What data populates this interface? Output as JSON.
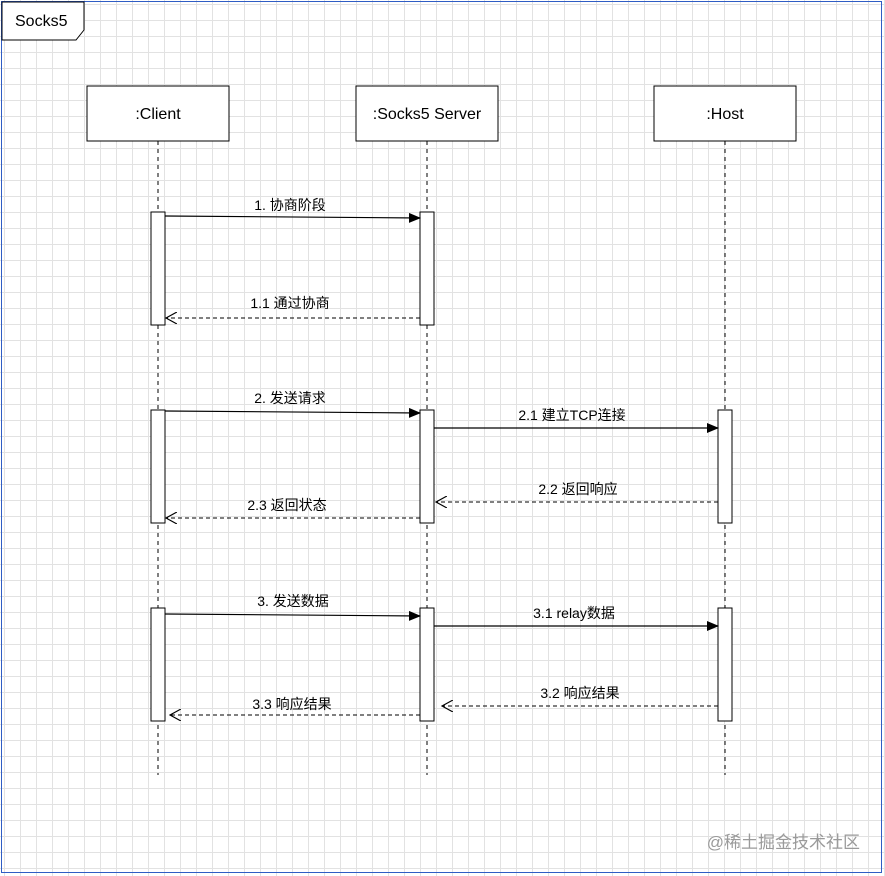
{
  "frame_title": "Socks5",
  "participants": [
    {
      "name": ":Client"
    },
    {
      "name": ":Socks5 Server"
    },
    {
      "name": ":Host"
    }
  ],
  "messages": [
    {
      "label": "1. 协商阶段",
      "style": "sync"
    },
    {
      "label": "1.1 通过协商",
      "style": "reply"
    },
    {
      "label": "2. 发送请求",
      "style": "sync"
    },
    {
      "label": "2.1 建立TCP连接",
      "style": "sync"
    },
    {
      "label": "2.2 返回响应",
      "style": "reply"
    },
    {
      "label": "2.3 返回状态",
      "style": "reply"
    },
    {
      "label": "3. 发送数据",
      "style": "sync"
    },
    {
      "label": "3.1 relay数据",
      "style": "sync"
    },
    {
      "label": "3.2 响应结果",
      "style": "reply"
    },
    {
      "label": "3.3 响应结果",
      "style": "reply"
    }
  ],
  "watermark": {
    "text": "@稀土掘金技术社区"
  },
  "colors": {
    "line": "#000000",
    "frame_border": "#2f5dc4",
    "grid": "#e2e2e2",
    "watermark_text": "#9a9a9a"
  }
}
